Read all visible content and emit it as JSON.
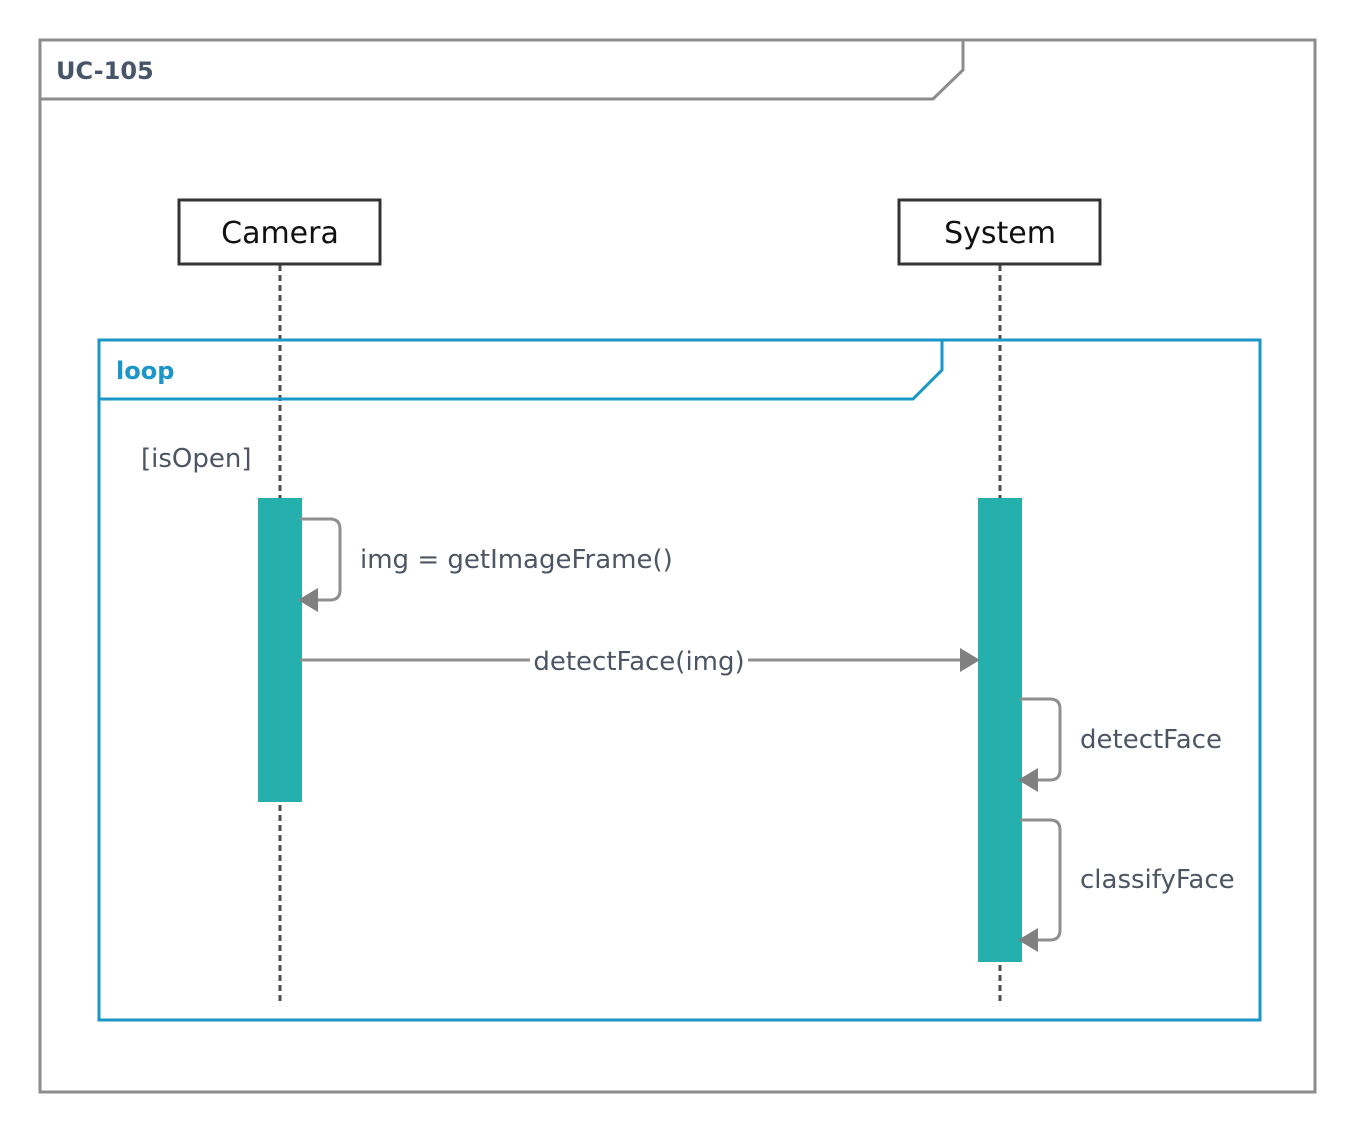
{
  "frame": {
    "title": "UC-105"
  },
  "participants": [
    {
      "name": "Camera"
    },
    {
      "name": "System"
    }
  ],
  "loop": {
    "operator": "loop",
    "guard": "[isOpen]"
  },
  "messages": [
    {
      "label": "img = getImageFrame()",
      "from": "Camera",
      "to": "Camera",
      "kind": "self"
    },
    {
      "label": "detectFace(img)",
      "from": "Camera",
      "to": "System",
      "kind": "call"
    },
    {
      "label": "detectFace",
      "from": "System",
      "to": "System",
      "kind": "self"
    },
    {
      "label": "classifyFace",
      "from": "System",
      "to": "System",
      "kind": "self"
    }
  ],
  "colors": {
    "frame_border": "#8c8c8c",
    "loop_border": "#1a96c9",
    "activation": "#26b0ad",
    "message_line": "#8f8f8f",
    "participant_border": "#333333"
  }
}
